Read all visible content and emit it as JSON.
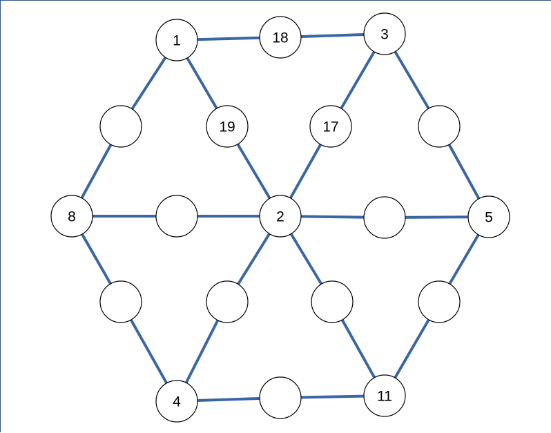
{
  "diagram": {
    "colors": {
      "edge": "#3a66a3",
      "node_stroke": "#000000",
      "node_fill": "#ffffff",
      "frame": "#2e5585"
    },
    "nodes": [
      {
        "id": "top-left",
        "label": "1"
      },
      {
        "id": "top-mid",
        "label": "18"
      },
      {
        "id": "top-right",
        "label": "3"
      },
      {
        "id": "upper-left-outer",
        "label": ""
      },
      {
        "id": "upper-left-inner",
        "label": "19"
      },
      {
        "id": "upper-right-inner",
        "label": "17"
      },
      {
        "id": "upper-right-outer",
        "label": ""
      },
      {
        "id": "left",
        "label": "8"
      },
      {
        "id": "mid-left",
        "label": ""
      },
      {
        "id": "center",
        "label": "2"
      },
      {
        "id": "mid-right",
        "label": ""
      },
      {
        "id": "right",
        "label": "5"
      },
      {
        "id": "lower-left-outer",
        "label": ""
      },
      {
        "id": "lower-left-inner",
        "label": ""
      },
      {
        "id": "lower-right-inner",
        "label": ""
      },
      {
        "id": "lower-right-outer",
        "label": ""
      },
      {
        "id": "bottom-left",
        "label": "4"
      },
      {
        "id": "bottom-mid",
        "label": ""
      },
      {
        "id": "bottom-right",
        "label": "11"
      }
    ],
    "edges": [
      [
        "top-left",
        "top-mid"
      ],
      [
        "top-mid",
        "top-right"
      ],
      [
        "top-left",
        "upper-left-outer"
      ],
      [
        "upper-left-outer",
        "left"
      ],
      [
        "top-left",
        "upper-left-inner"
      ],
      [
        "upper-left-inner",
        "center"
      ],
      [
        "top-right",
        "upper-right-inner"
      ],
      [
        "upper-right-inner",
        "center"
      ],
      [
        "top-right",
        "upper-right-outer"
      ],
      [
        "upper-right-outer",
        "right"
      ],
      [
        "left",
        "mid-left"
      ],
      [
        "mid-left",
        "center"
      ],
      [
        "center",
        "mid-right"
      ],
      [
        "mid-right",
        "right"
      ],
      [
        "left",
        "lower-left-outer"
      ],
      [
        "lower-left-outer",
        "bottom-left"
      ],
      [
        "center",
        "lower-left-inner"
      ],
      [
        "lower-left-inner",
        "bottom-left"
      ],
      [
        "center",
        "lower-right-inner"
      ],
      [
        "lower-right-inner",
        "bottom-right"
      ],
      [
        "right",
        "lower-right-outer"
      ],
      [
        "lower-right-outer",
        "bottom-right"
      ],
      [
        "bottom-left",
        "bottom-mid"
      ],
      [
        "bottom-mid",
        "bottom-right"
      ]
    ]
  }
}
